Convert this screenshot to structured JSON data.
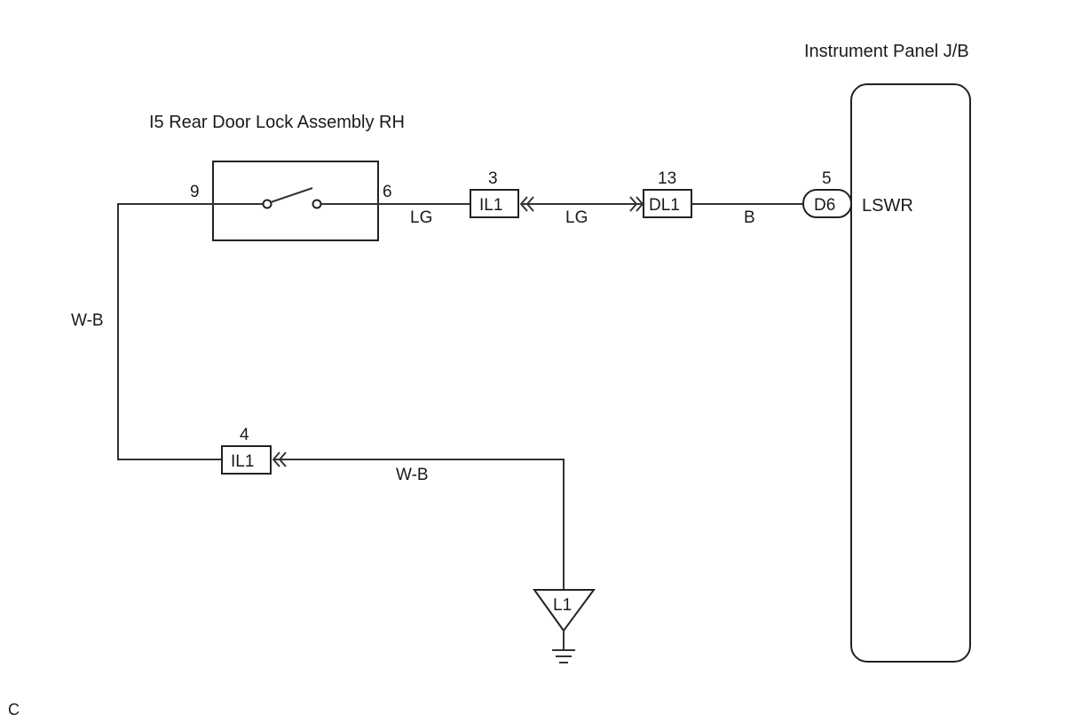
{
  "title_jb": "Instrument Panel J/B",
  "title_lock": "I5 Rear Door Lock Assembly RH",
  "corner_label": "C",
  "lock": {
    "pin_left": "9",
    "pin_right": "6"
  },
  "connectors": {
    "il1_top": {
      "name": "IL1",
      "pin": "3"
    },
    "dl1": {
      "name": "DL1",
      "pin": "13"
    },
    "d6": {
      "name": "D6",
      "pin": "5"
    },
    "il1_bottom": {
      "name": "IL1",
      "pin": "4"
    },
    "ground": {
      "name": "L1"
    }
  },
  "wires": {
    "lg_1": "LG",
    "lg_2": "LG",
    "b": "B",
    "wb_vertical": "W-B",
    "wb_bottom": "W-B"
  },
  "jb_terminal": "LSWR"
}
